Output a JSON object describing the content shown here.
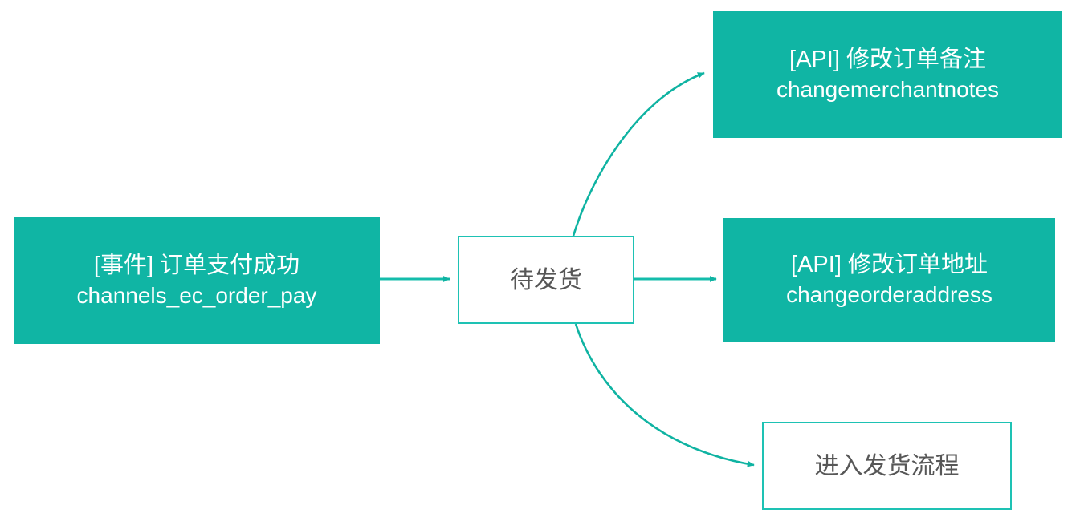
{
  "diagram": {
    "type": "flowchart",
    "theme": {
      "accent": "#10b5a4",
      "outline_border": "#1ec2b4",
      "filled_text": "#ffffff",
      "outline_text": "#575757",
      "background": "#ffffff",
      "edge_color": "#0fb3a2"
    },
    "nodes": [
      {
        "id": "node-event",
        "style": "filled",
        "name": "event-order-pay-success",
        "lines": [
          "[事件] 订单支付成功",
          "channels_ec_order_pay"
        ]
      },
      {
        "id": "node-state",
        "style": "outline",
        "name": "state-pending-shipment",
        "lines": [
          "待发货"
        ]
      },
      {
        "id": "node-api-notes",
        "style": "filled",
        "name": "api-change-merchant-notes",
        "lines": [
          "[API] 修改订单备注",
          "changemerchantnotes"
        ]
      },
      {
        "id": "node-api-address",
        "style": "filled",
        "name": "api-change-order-address",
        "lines": [
          "[API] 修改订单地址",
          "changeorderaddress"
        ]
      },
      {
        "id": "node-ship-flow",
        "style": "outline",
        "name": "enter-shipping-process",
        "lines": [
          "进入发货流程"
        ]
      }
    ],
    "edges": [
      {
        "name": "edge-event-to-state",
        "from": "node-event",
        "to": "node-state",
        "shape": "straight",
        "label": ""
      },
      {
        "name": "edge-state-to-api-notes",
        "from": "node-state",
        "to": "node-api-notes",
        "shape": "curve-up",
        "label": ""
      },
      {
        "name": "edge-state-to-api-address",
        "from": "node-state",
        "to": "node-api-address",
        "shape": "straight",
        "label": ""
      },
      {
        "name": "edge-state-to-ship-flow",
        "from": "node-state",
        "to": "node-ship-flow",
        "shape": "curve-down",
        "label": ""
      }
    ]
  }
}
